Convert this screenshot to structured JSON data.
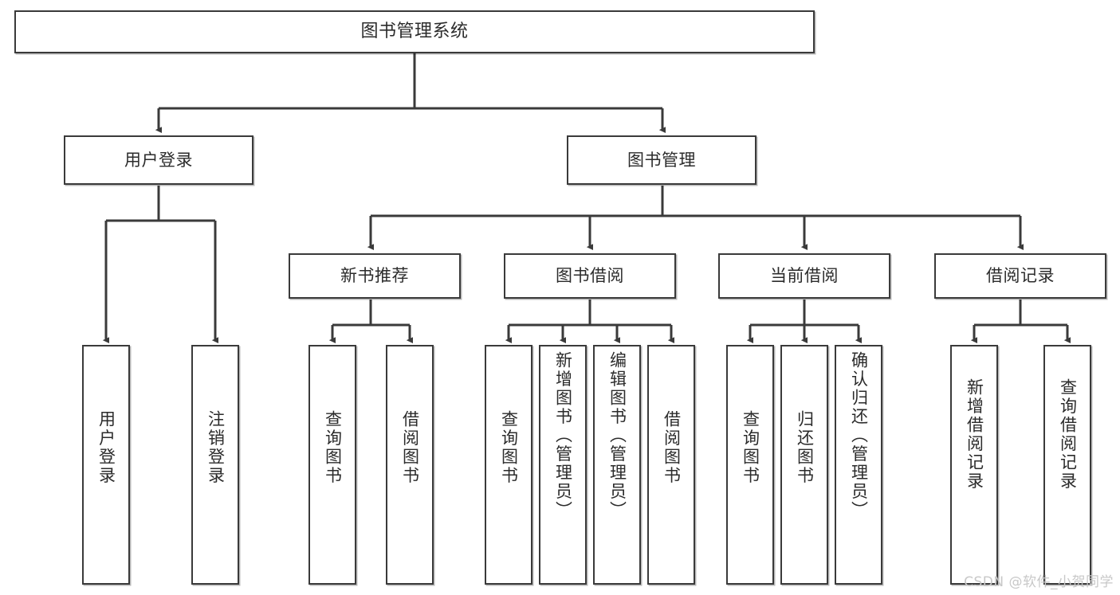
{
  "diagram": {
    "type": "tree-hierarchy",
    "title": "图书管理系统",
    "watermark": "CSDN @软件_小贺同学",
    "colors": {
      "box_border": "#3a3a3a",
      "box_fill": "#ffffff",
      "text": "#2b2b2b",
      "edge": "#3a3a3a",
      "watermark": "#c8c8c8"
    },
    "nodes": {
      "root": {
        "label": "图书管理系统",
        "level": 1,
        "orientation": "horizontal"
      },
      "l2": [
        {
          "id": "user-login",
          "label": "用户登录",
          "level": 2,
          "orientation": "horizontal"
        },
        {
          "id": "book-management",
          "label": "图书管理",
          "level": 2,
          "orientation": "horizontal"
        }
      ],
      "l3": [
        {
          "id": "new-book-recommend",
          "label": "新书推荐",
          "level": 3,
          "orientation": "horizontal",
          "parent": "book-management"
        },
        {
          "id": "book-borrow",
          "label": "图书借阅",
          "level": 3,
          "orientation": "horizontal",
          "parent": "book-management"
        },
        {
          "id": "current-borrow",
          "label": "当前借阅",
          "level": 3,
          "orientation": "horizontal",
          "parent": "book-management"
        },
        {
          "id": "borrow-record",
          "label": "借阅记录",
          "level": 3,
          "orientation": "horizontal",
          "parent": "book-management"
        }
      ],
      "leaves": [
        {
          "id": "leaf-user-login",
          "label": "用户登录",
          "parent": "user-login",
          "orientation": "vertical"
        },
        {
          "id": "leaf-logout-login",
          "label": "注销登录",
          "parent": "user-login",
          "orientation": "vertical"
        },
        {
          "id": "leaf-query-book-1",
          "label": "查询图书",
          "parent": "new-book-recommend",
          "orientation": "vertical"
        },
        {
          "id": "leaf-borrow-book-1",
          "label": "借阅图书",
          "parent": "new-book-recommend",
          "orientation": "vertical"
        },
        {
          "id": "leaf-query-book-2",
          "label": "查询图书",
          "parent": "book-borrow",
          "orientation": "vertical"
        },
        {
          "id": "leaf-add-book-admin",
          "label": "新增图书（管理员）",
          "parent": "book-borrow",
          "orientation": "vertical"
        },
        {
          "id": "leaf-edit-book-admin",
          "label": "编辑图书（管理员）",
          "parent": "book-borrow",
          "orientation": "vertical"
        },
        {
          "id": "leaf-borrow-book-2",
          "label": "借阅图书",
          "parent": "book-borrow",
          "orientation": "vertical"
        },
        {
          "id": "leaf-query-book-3",
          "label": "查询图书",
          "parent": "current-borrow",
          "orientation": "vertical"
        },
        {
          "id": "leaf-return-book",
          "label": "归还图书",
          "parent": "current-borrow",
          "orientation": "vertical"
        },
        {
          "id": "leaf-confirm-return-admin",
          "label": "确认归还（管理员）",
          "parent": "current-borrow",
          "orientation": "vertical"
        },
        {
          "id": "leaf-add-borrow-record",
          "label": "新增借阅记录",
          "parent": "borrow-record",
          "orientation": "vertical"
        },
        {
          "id": "leaf-query-borrow-record",
          "label": "查询借阅记录",
          "parent": "borrow-record",
          "orientation": "vertical"
        }
      ]
    }
  }
}
